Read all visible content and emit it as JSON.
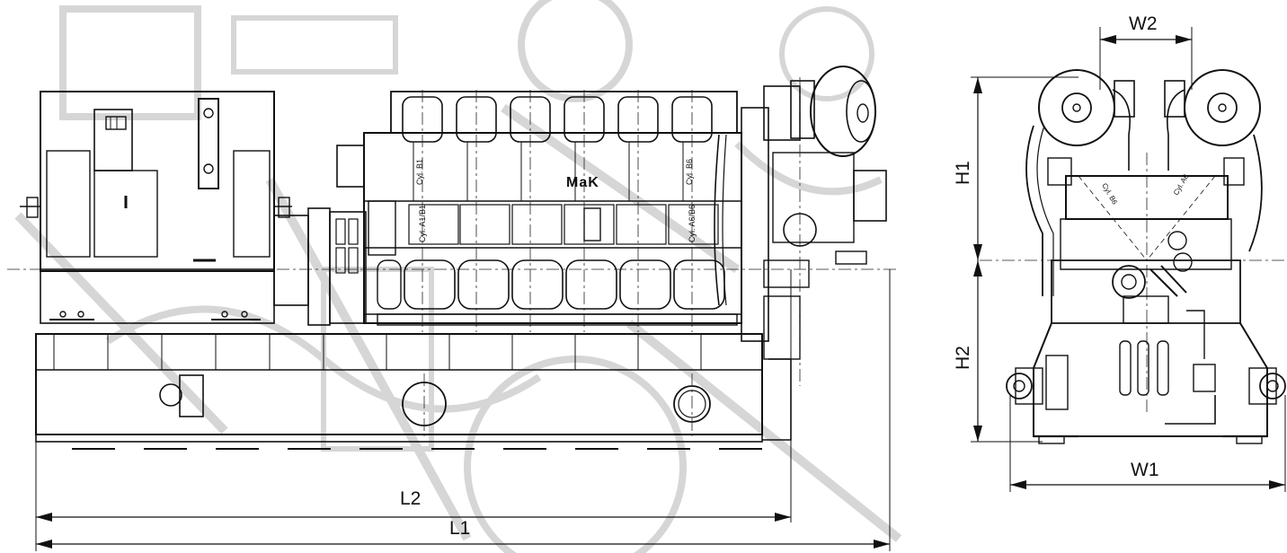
{
  "dimensions": {
    "l1": "L1",
    "l2": "L2",
    "w1": "W1",
    "w2": "W2",
    "h1": "H1",
    "h2": "H2"
  },
  "labels": {
    "brand": "MaK",
    "cyl_b1": "Cyl. B1",
    "cyl_b6": "Cyl. B6",
    "cyl_a1b1": "Cyl. A1/B1",
    "cyl_a6b6": "Cyl. A6/B6",
    "cyl_b6_end": "Cyl. B6",
    "cyl_a6_end": "Cyl. A6"
  },
  "colors": {
    "line": "#111111",
    "watermark": "#d6d6d6",
    "background": "#ffffff"
  }
}
